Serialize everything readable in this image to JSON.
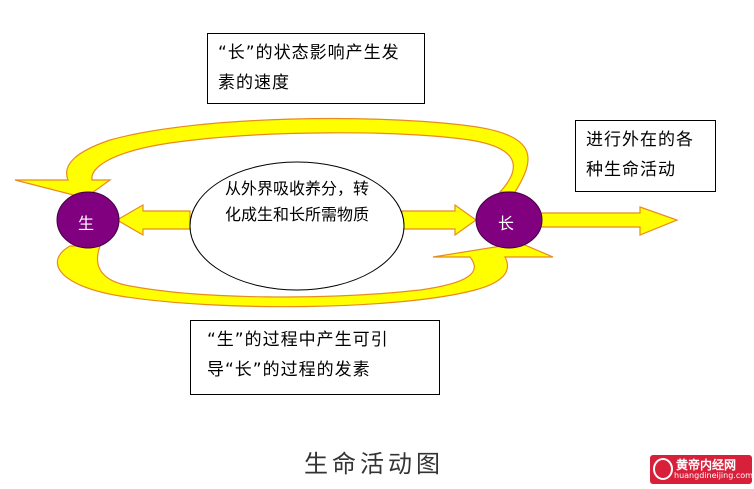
{
  "boxes": {
    "top": "“长”的状态影响产生发素的速度",
    "right": "进行外在的各种生命活动",
    "bottom": "“生”的过程中产生可引导“长”的过程的发素"
  },
  "ellipse_text": "从外界吸收养分，转化成生和长所需物质",
  "nodes": {
    "sheng": "生",
    "zhang": "长"
  },
  "caption": "生命活动图",
  "logo": {
    "name": "黄帝内经网",
    "url": "huangdineijing.com"
  },
  "colors": {
    "arrow": "#ffff00",
    "arrow_edge": "#e8a020",
    "node": "#800080"
  }
}
